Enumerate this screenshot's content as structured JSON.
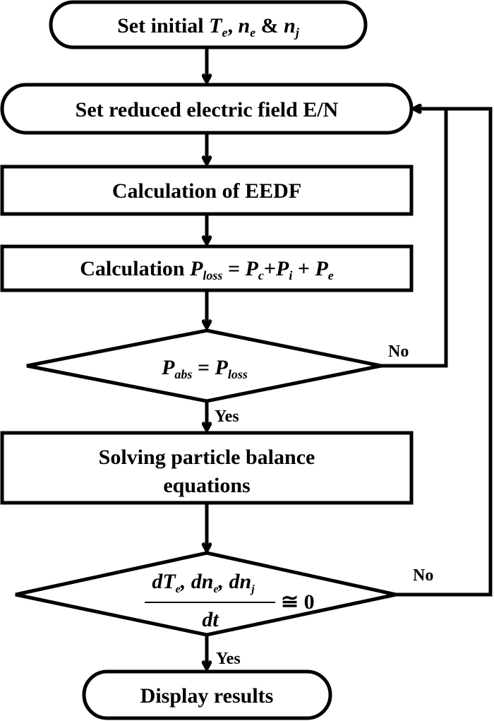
{
  "nodes": {
    "start": {
      "text": "Set initial ",
      "te": "T",
      "te_sub": "e",
      "sep1": ", ",
      "ne": "n",
      "ne_sub": "e",
      "amp": " & ",
      "nj": "n",
      "nj_sub": "j"
    },
    "set_field": {
      "text": "Set reduced electric field E/N"
    },
    "eedf": {
      "text": "Calculation of EEDF"
    },
    "ploss": {
      "prefix": "Calculation ",
      "p": "P",
      "loss": "loss",
      "eq": " = ",
      "pc": "P",
      "c": "c",
      "plus1": "+",
      "pi": "P",
      "i": "i",
      "plus2": " + ",
      "pe": "P",
      "e": "e"
    },
    "decision1": {
      "p1": "P",
      "abs": "abs",
      "eq": " = ",
      "p2": "P",
      "loss": "loss"
    },
    "balance": {
      "line1": "Solving particle balance",
      "line2": "equations"
    },
    "decision2": {
      "numerator": "dT",
      "sub_e1": "e",
      "c1": ", dn",
      "sub_e2": "e",
      "c2": ", dn",
      "sub_j": "j",
      "denominator": "dt",
      "approx": "≅ 0"
    },
    "end": {
      "text": "Display results"
    }
  },
  "edges": {
    "yes1": "Yes",
    "no1": "No",
    "yes2": "Yes",
    "no2": "No"
  }
}
